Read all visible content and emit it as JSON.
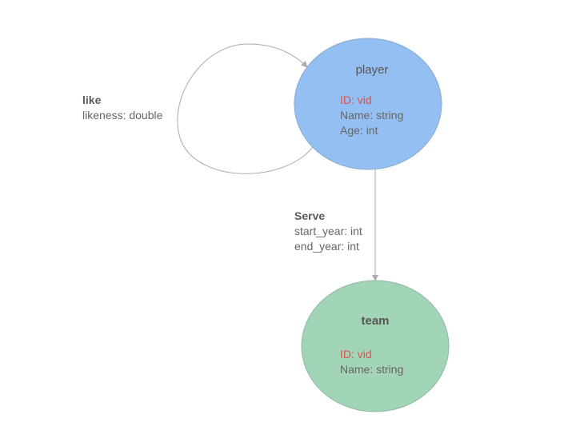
{
  "nodes": {
    "player": {
      "title": "player",
      "id_prop": "ID: vid",
      "props": [
        "Name: string",
        "Age: int"
      ],
      "fill": "#94bff2",
      "id_color": "#d9534f"
    },
    "team": {
      "title": "team",
      "id_prop": "ID: vid",
      "props": [
        "Name: string"
      ],
      "fill": "#a2d4b8",
      "id_color": "#d9534f"
    }
  },
  "edges": {
    "like": {
      "name": "like",
      "props": [
        "likeness: double"
      ]
    },
    "serve": {
      "name": "Serve",
      "props": [
        "start_year: int",
        "end_year: int"
      ]
    }
  },
  "colors": {
    "edge_stroke": "#aaaaaa",
    "text": "#666666"
  }
}
